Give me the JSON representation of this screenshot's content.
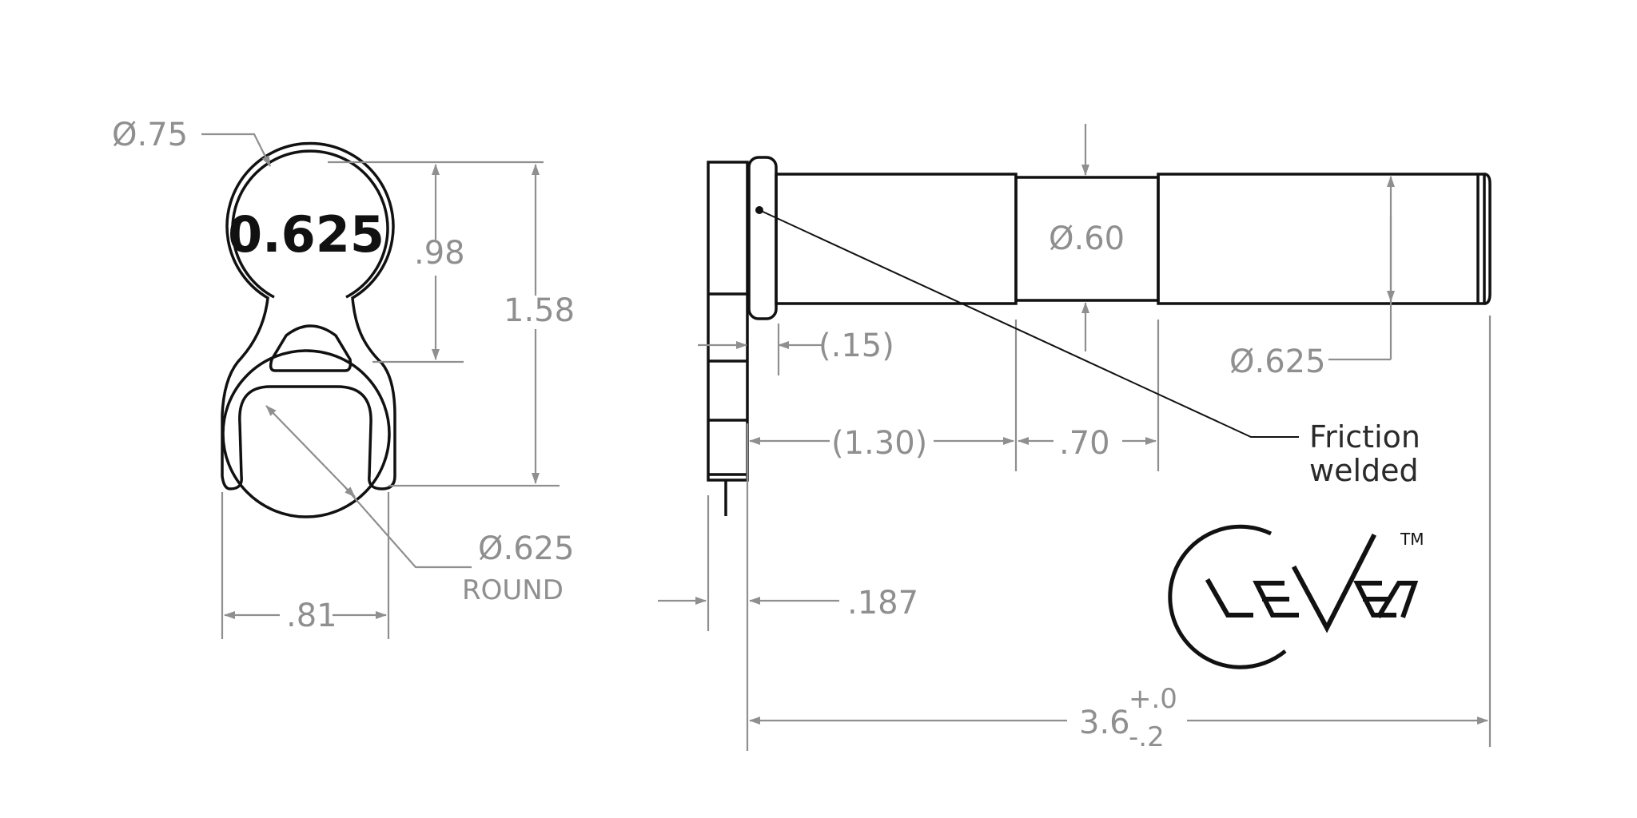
{
  "left_view": {
    "engraving": "0.625",
    "dia_outer": "Ø.75",
    "dim_098": ".98",
    "dim_158": "1.58",
    "dim_081": ".81",
    "dia_round": "Ø.625",
    "round_label": "ROUND"
  },
  "side_view": {
    "dia_060": "Ø.60",
    "dia_0625": "Ø.625",
    "dim_015": "(.15)",
    "dim_130": "(1.30)",
    "dim_070": ".70",
    "dim_0187": ".187",
    "overall_length": "3.6",
    "tol_plus": "+.0",
    "tol_minus": "-.2",
    "note_line1": "Friction",
    "note_line2": "welded"
  },
  "logo": {
    "text": "LEVER",
    "trademark": "TM"
  },
  "colors": {
    "part_outline": "#111111",
    "dimension": "#8f8f8f"
  }
}
